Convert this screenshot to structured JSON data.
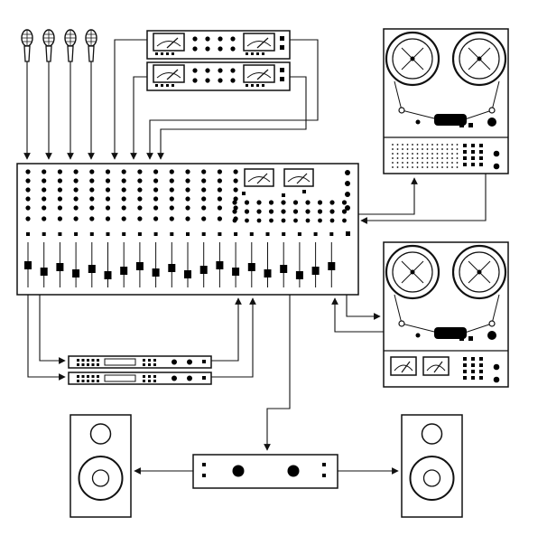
{
  "diagram": {
    "colors": {
      "stroke": "#111111",
      "fill": "#ffffff",
      "ink": "#000000"
    },
    "components": {
      "microphones": {
        "count": 4,
        "icon": "microphone-icon"
      },
      "rack_units_top": {
        "count": 2,
        "icon": "vu-meter-icon"
      },
      "mixing_console": {
        "channel_strips": 20,
        "vu_meters": 2,
        "icon": "mixer-icon"
      },
      "reel_to_reel_recorders": {
        "count": 2,
        "icon": "tape-reel-icon"
      },
      "effects_units": {
        "count": 2
      },
      "power_amplifier": {
        "count": 1
      },
      "loudspeakers": {
        "count": 2,
        "icon": "speaker-icon"
      }
    }
  }
}
